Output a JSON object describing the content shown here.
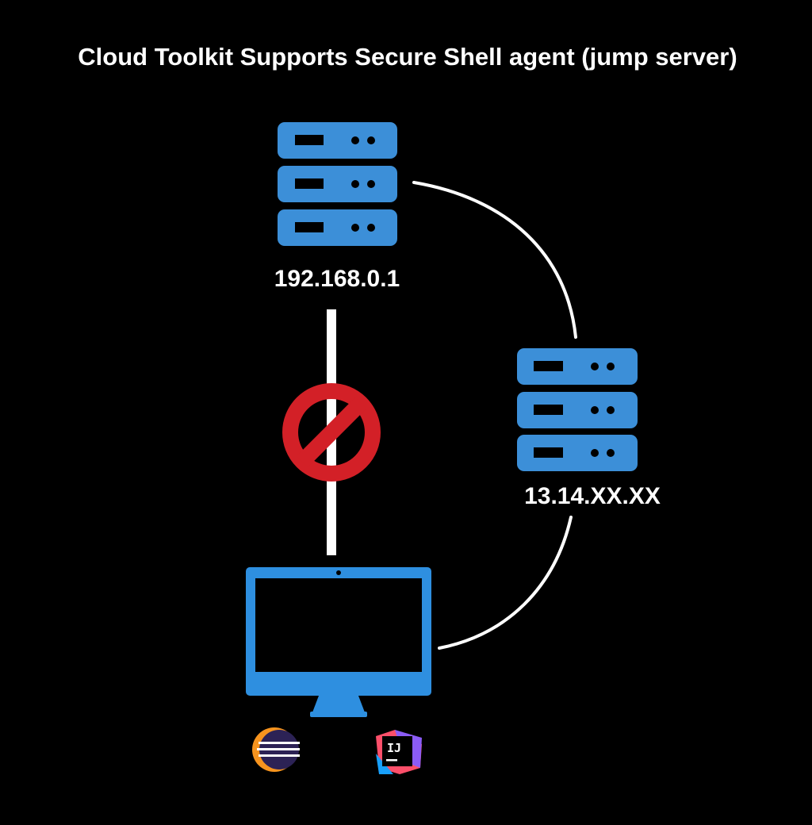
{
  "title": "Cloud Toolkit Supports Secure Shell agent (jump server)",
  "nodes": {
    "target_server": {
      "label": "192.168.0.1",
      "icon": "server-rack-icon"
    },
    "jump_server": {
      "label": "13.14.XX.XX",
      "icon": "server-rack-icon"
    },
    "client": {
      "icon": "desktop-monitor-icon"
    }
  },
  "connections": {
    "direct": {
      "blocked": true,
      "icon": "prohibited-icon"
    },
    "via_jump": {
      "blocked": false
    }
  },
  "ide_icons": {
    "eclipse": {
      "icon": "eclipse-ide-icon"
    },
    "intellij": {
      "icon": "intellij-idea-icon",
      "text": "IJ"
    }
  },
  "colors": {
    "background": "#000000",
    "server_blue": "#3C8FD8",
    "monitor_blue": "#2E8FE0",
    "prohibited_red": "#D32027",
    "line_white": "#FFFFFF",
    "eclipse_orange": "#F7941E",
    "eclipse_purple": "#2C2255"
  }
}
